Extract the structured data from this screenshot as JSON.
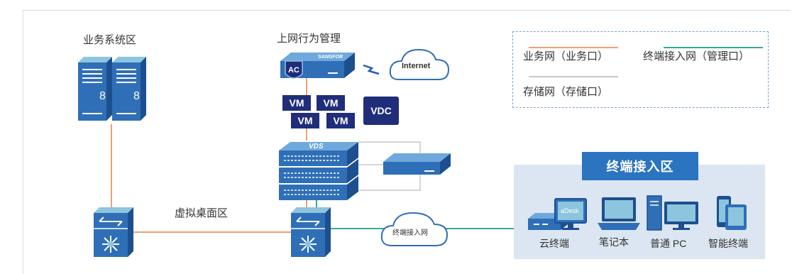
{
  "zones": {
    "business": "业务系统区",
    "internet_mgmt": "上网行为管理",
    "virtual_desktop": "虚拟桌面区",
    "terminal_access": "终端接入区"
  },
  "legend": {
    "business_net": "业务网（业务口）",
    "terminal_net": "终端接入网（管理口）",
    "storage_net": "存储网（存储口）",
    "colors": {
      "business": "#f0a070",
      "terminal": "#3aa89a",
      "storage": "#c8c8c8"
    }
  },
  "devices": {
    "ac_badge": "AC",
    "ac_brand": "SANGFOR",
    "internet_cloud": "Internet",
    "vm_label": "VM",
    "vdc": "VDC",
    "vds": "VDS",
    "access_cloud": "终端接入网",
    "adesk": "aDesk"
  },
  "terminals": [
    "云终端",
    "笔记本",
    "普通 PC",
    "智能终端"
  ]
}
